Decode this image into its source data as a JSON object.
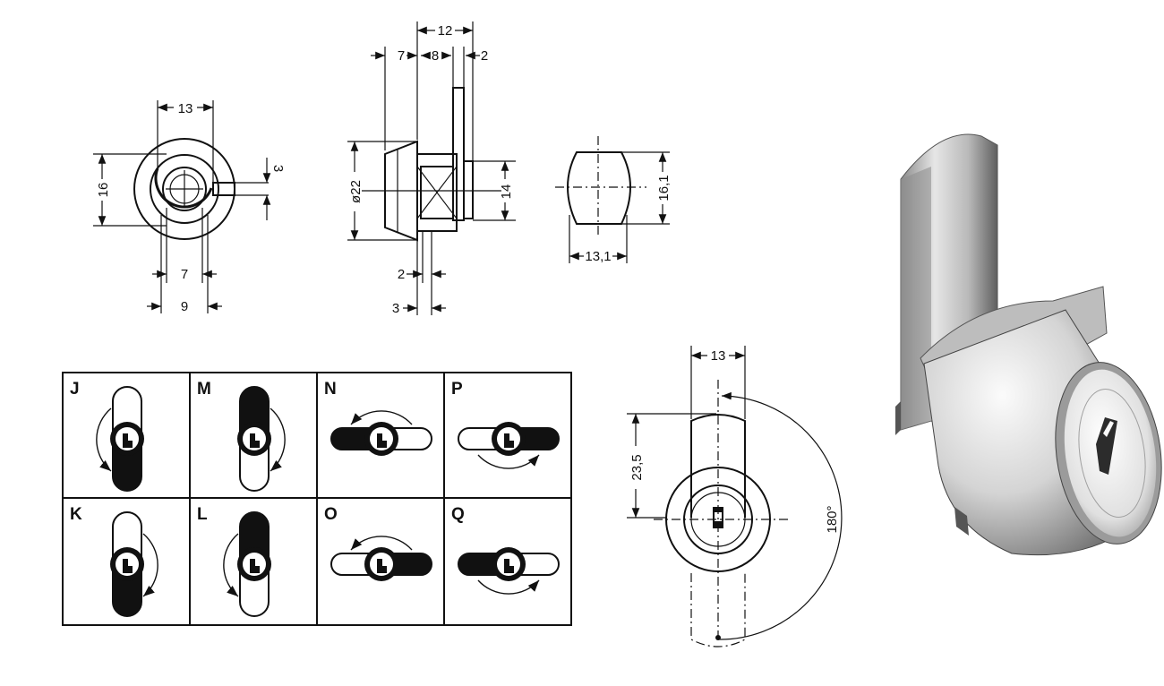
{
  "front_view": {
    "dims": {
      "width_top": "13",
      "height_left": "16",
      "notch_right": "3",
      "inner_bottom": "7",
      "outer_bottom": "9"
    }
  },
  "side_view": {
    "dims": {
      "top_total": "12",
      "top_left": "7",
      "top_mid": "8",
      "top_right": "2",
      "diameter": "ø22",
      "height_right": "14",
      "bottom_a": "2",
      "bottom_b": "3"
    }
  },
  "cam_view": {
    "dims": {
      "height": "16,1",
      "width": "13,1"
    }
  },
  "rotation_view": {
    "dims": {
      "width_top": "13",
      "length_left": "23,5",
      "angle": "180°"
    }
  },
  "positions": [
    {
      "letter": "J",
      "black": "down",
      "arrow": "left-side"
    },
    {
      "letter": "M",
      "black": "up",
      "arrow": "right-side"
    },
    {
      "letter": "N",
      "black": "left",
      "arrow": "top"
    },
    {
      "letter": "P",
      "black": "right",
      "arrow": "bottom"
    },
    {
      "letter": "K",
      "black": "down",
      "arrow": "right-side"
    },
    {
      "letter": "L",
      "black": "up",
      "arrow": "left-side"
    },
    {
      "letter": "O",
      "black": "right",
      "arrow": "top"
    },
    {
      "letter": "Q",
      "black": "left",
      "arrow": "bottom"
    }
  ]
}
